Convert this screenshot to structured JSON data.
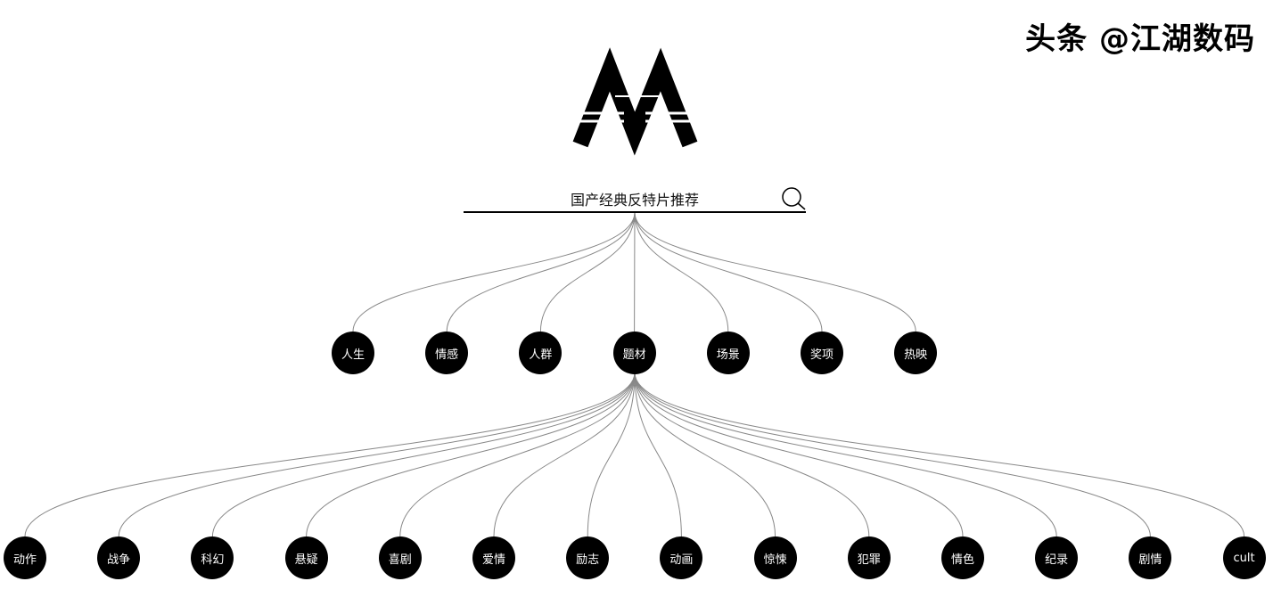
{
  "search": {
    "value": "国产经典反特片推荐"
  },
  "level1": [
    "人生",
    "情感",
    "人群",
    "题材",
    "场景",
    "奖项",
    "热映"
  ],
  "level2": [
    "动作",
    "战争",
    "科幻",
    "悬疑",
    "喜剧",
    "爱情",
    "励志",
    "动画",
    "惊悚",
    "犯罪",
    "情色",
    "纪录",
    "剧情",
    "cult"
  ],
  "expanded_node": "题材",
  "watermark": "头条 @江湖数码"
}
